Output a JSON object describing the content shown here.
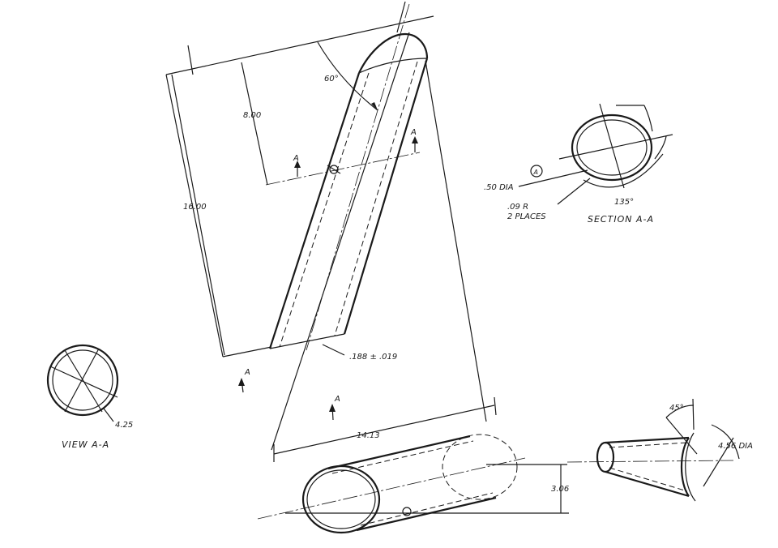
{
  "labels": {
    "angle_60": "60°",
    "dim_8_00": "8.00",
    "dim_16_00": "16.00",
    "section_letter": "A",
    "wall_thickness": ".188 ± .019",
    "dim_14_13": "14.13",
    "dim_3_06": "3.06",
    "angle_45": "45°",
    "dia_4_56": "4.56 DIA",
    "dia_4_25": "4.25",
    "view_title": "VIEW A-A",
    "hole_dia": ".50 DIA",
    "note_marker": "A",
    "radius_note_1": ".09 R",
    "radius_note_2": "2 PLACES",
    "angle_135": "135°",
    "section_title": "SECTION A-A"
  }
}
